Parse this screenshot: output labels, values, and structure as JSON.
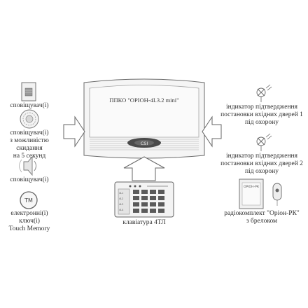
{
  "panel": {
    "title": "ППКО \"ОРІОН-4І.3.2 mini\"",
    "logo": "CSI"
  },
  "left_devices": [
    {
      "label": "сповіщувач(і)"
    },
    {
      "label": "сповіщувач(і)\nз можливістю\nскидання\nна 5 секунд"
    },
    {
      "label": "сповіщувач(і)"
    },
    {
      "label": "електронні(і) ключ(і)\nTouch Memory",
      "badge": "TM"
    }
  ],
  "keyboard": {
    "label": "клавіатура 4ТЛ",
    "screen_rows": [
      "4L1",
      "4L2",
      "4L3",
      "4L4"
    ]
  },
  "right_devices": [
    {
      "label": "індикатор підтвердження\nпостановки вхідних дверей 1\nпід охорону"
    },
    {
      "label": "індикатор підтвердження\nпостановки вхідних дверей 2\nпід охорону"
    }
  ],
  "radio_kit": {
    "label": "радіокомплект \"Оріон-РК\"\nз брелоком",
    "box_text": "ОРІОН-РК"
  },
  "icons": [
    "detector-icon",
    "siren-icon",
    "speaker-icon",
    "touch-memory-icon",
    "keypad-icon",
    "indicator-icon",
    "radio-kit-icon",
    "key-fob-icon"
  ]
}
